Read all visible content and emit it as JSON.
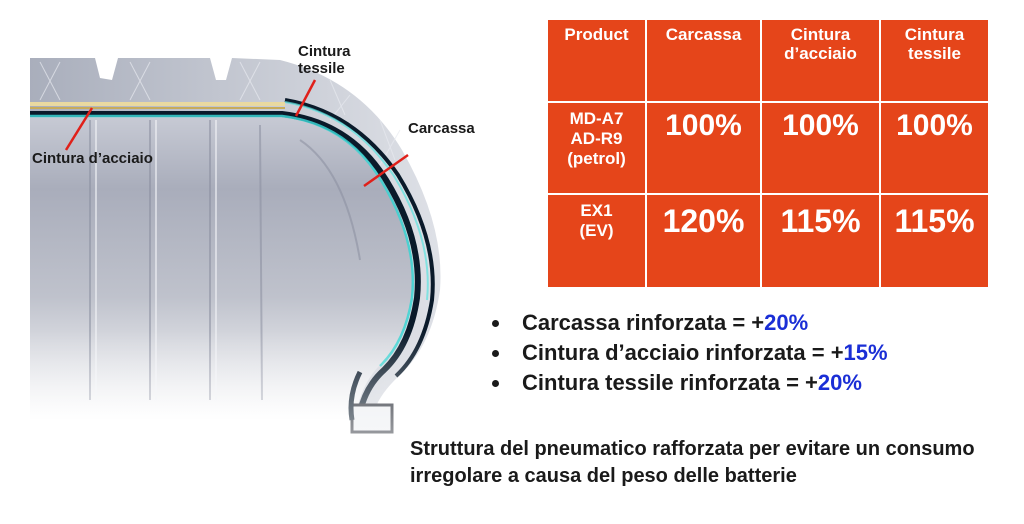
{
  "callouts": {
    "cintura_tessile": "Cintura\ntessile",
    "carcassa": "Carcassa",
    "cintura_acciaio": "Cintura d’acciaio"
  },
  "table": {
    "headers": [
      "Product",
      "Carcassa",
      "Cintura\nd’acciaio",
      "Cintura\ntessile"
    ],
    "rows": [
      {
        "product": "MD-A7\nAD-R9\n(petrol)",
        "carcassa": "100%",
        "cintura_acciaio": "100%",
        "cintura_tessile": "100%"
      },
      {
        "product": "EX1\n(EV)",
        "carcassa": "120%",
        "cintura_acciaio": "115%",
        "cintura_tessile": "115%"
      }
    ]
  },
  "bullets": [
    {
      "text": "Carcassa rinforzata = +",
      "value": "20%"
    },
    {
      "text": "Cintura d’acciaio rinforzata = +",
      "value": "15%"
    },
    {
      "text": "Cintura tessile rinforzata = +",
      "value": "20%"
    }
  ],
  "summary": "Struttura del pneumatico rafforzata per evitare un consumo irregolare a causa del peso delle batterie",
  "colors": {
    "table_bg": "#e5451a",
    "highlight_blue": "#1a2ed6",
    "callout_line": "#e0201a"
  }
}
